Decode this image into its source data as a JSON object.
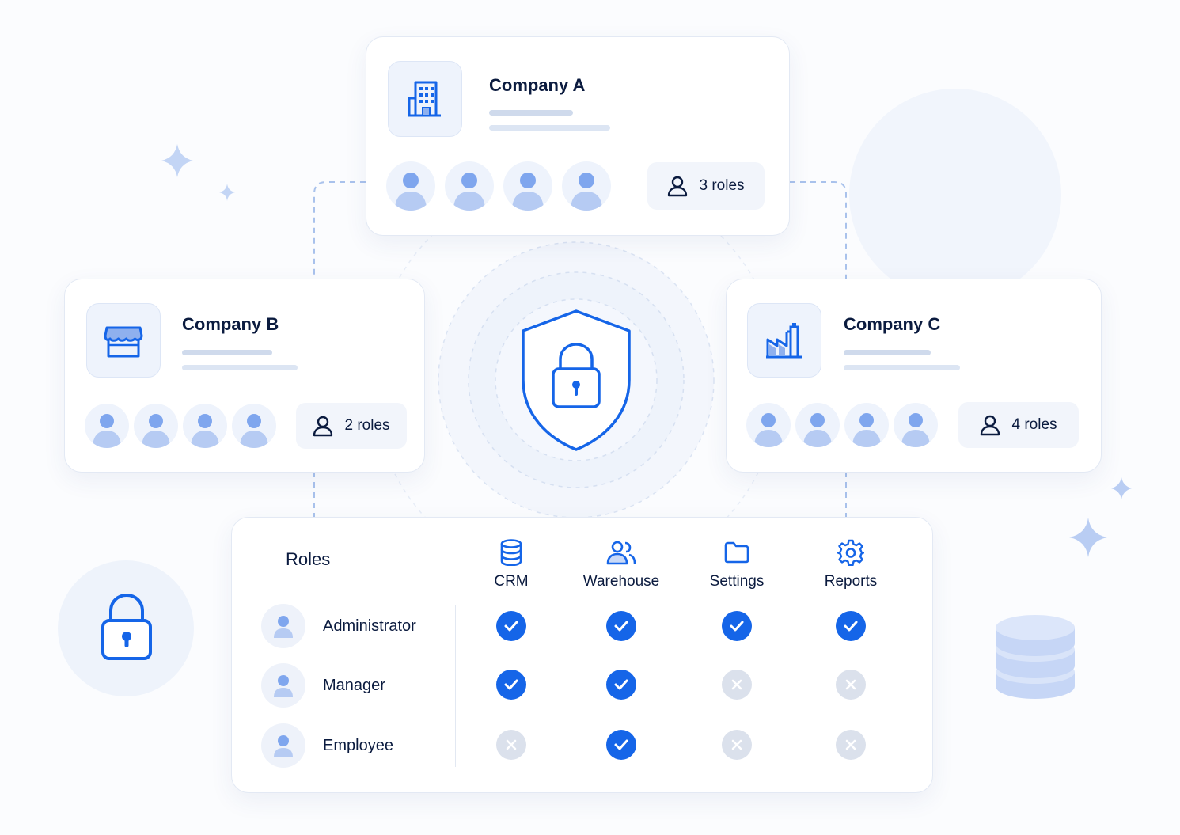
{
  "companies": [
    {
      "name": "Company A",
      "icon": "building-icon",
      "roles_label": "3 roles",
      "avatar_count": 4
    },
    {
      "name": "Company B",
      "icon": "store-icon",
      "roles_label": "2 roles",
      "avatar_count": 4
    },
    {
      "name": "Company C",
      "icon": "factory-icon",
      "roles_label": "4 roles",
      "avatar_count": 4
    }
  ],
  "center": {
    "icon": "shield-lock-icon"
  },
  "permissions": {
    "title": "Roles",
    "columns": [
      {
        "label": "CRM",
        "icon": "database-icon"
      },
      {
        "label": "Warehouse",
        "icon": "users-icon"
      },
      {
        "label": "Settings",
        "icon": "folder-icon"
      },
      {
        "label": "Reports",
        "icon": "gear-icon"
      }
    ],
    "rows": [
      {
        "role": "Administrator",
        "access": [
          true,
          true,
          true,
          true
        ]
      },
      {
        "role": "Manager",
        "access": [
          true,
          true,
          false,
          false
        ]
      },
      {
        "role": "Employee",
        "access": [
          false,
          true,
          false,
          false
        ]
      }
    ]
  },
  "decor": {
    "left_icon": "padlock-icon",
    "right_icon": "database-stack-icon"
  },
  "colors": {
    "accent": "#1565e8",
    "soft": "#eef3fc",
    "muted": "#dbe1ec",
    "text": "#0b1b3f"
  }
}
